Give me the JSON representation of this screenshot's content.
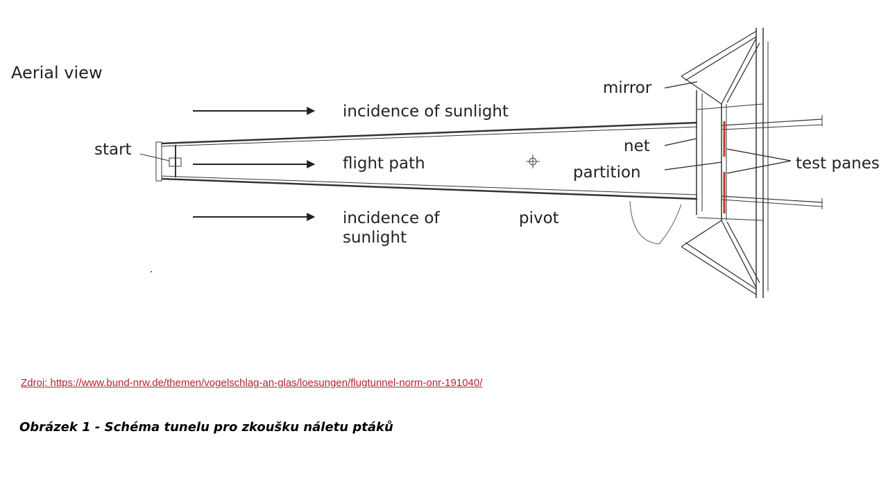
{
  "diagram": {
    "title": "Aerial view",
    "labels": {
      "sunlight_top": "incidence of sunlight",
      "flight_path": "flight path",
      "sunlight_bottom_1": "incidence of",
      "sunlight_bottom_2": "sunlight",
      "start": "start",
      "mirror": "mirror",
      "net": "net",
      "partition": "partition",
      "test_panes": "test panes",
      "pivot": "pivot"
    },
    "colors": {
      "line": "#333333",
      "test_pane": "#c0392b",
      "arrow": "#222222"
    }
  },
  "source": {
    "text": "Zdroj: https://www.bund-nrw.de/themen/vogelschlag-an-glas/loesungen/flugtunnel-norm-onr-191040/"
  },
  "caption": {
    "text": "Obrázek 1 - Schéma tunelu pro zkoušku náletu ptáků"
  }
}
